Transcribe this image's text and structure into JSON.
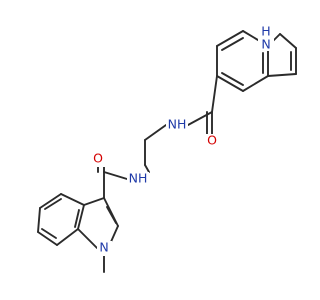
{
  "molecule": {
    "atom_labels": {
      "n_indole_nh": "H",
      "n_indole_nh_n": "N",
      "o_amide_top": "O",
      "n_amide_top": "NH",
      "o_amide_bottom": "O",
      "n_amide_bottom": "NH",
      "n_indole_methyl": "N"
    },
    "colors": {
      "bond": "#2b2b2b",
      "nitrogen": "#1f3aa8",
      "oxygen": "#d40000"
    }
  }
}
